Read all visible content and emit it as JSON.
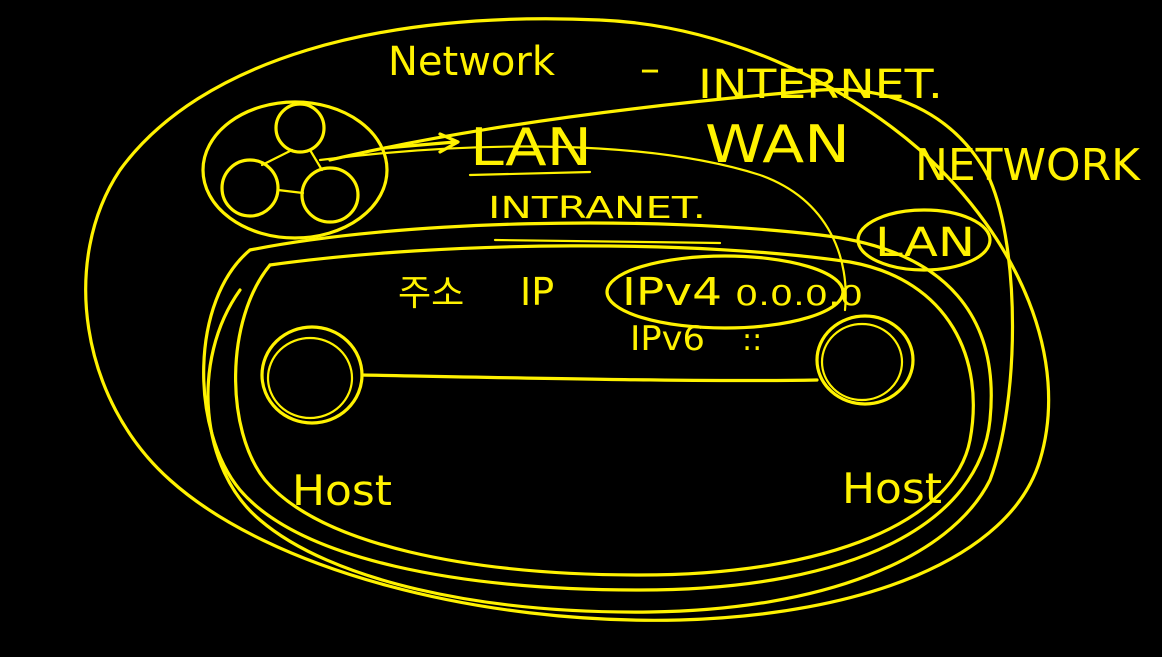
{
  "canvas": {
    "background": "#000000",
    "ink_color": "#FFF200"
  },
  "labels": {
    "network": "Network",
    "dash": "–",
    "internet": "INTERNET.",
    "lan": "LAN",
    "wan": "WAN",
    "network_caps": "NETWORK",
    "intranet": "INTRANET.",
    "lan_circled": "LAN",
    "address": "주소",
    "ip": "IP",
    "ipv4": "IPv4",
    "ipv4_example": "0.0.0.0",
    "ipv6": "IPv6",
    "ipv6_example": "::",
    "host_left": "Host",
    "host_right": "Host"
  }
}
